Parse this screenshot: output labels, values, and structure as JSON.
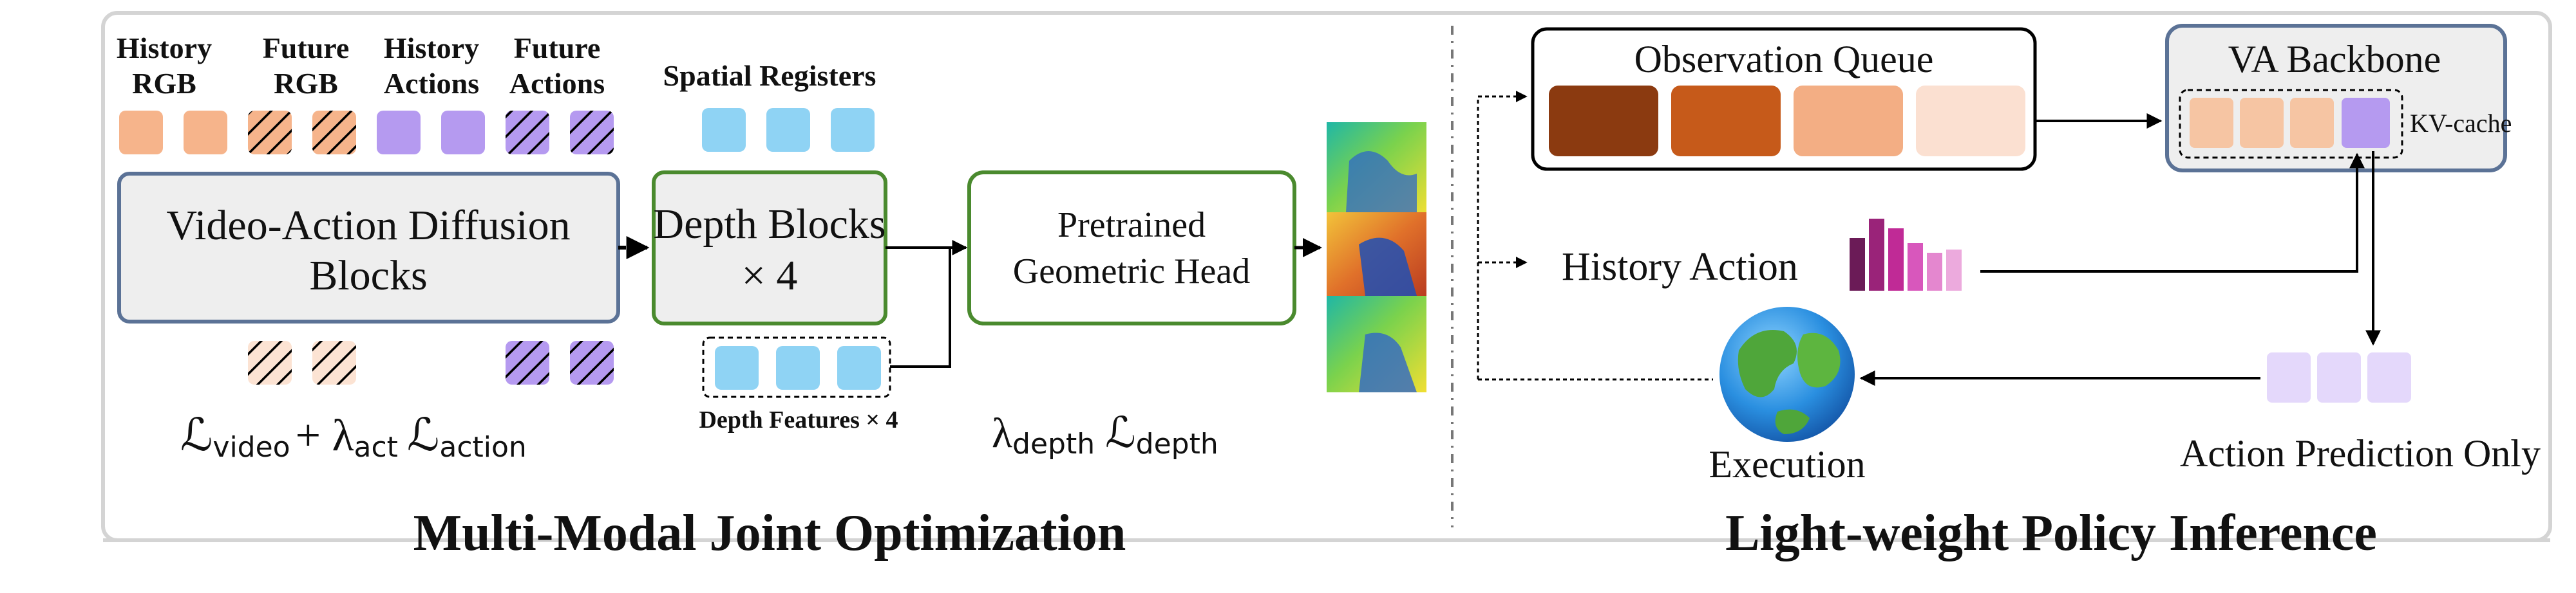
{
  "sections": {
    "left_title": "Multi-Modal Joint Optimization",
    "right_title": "Light-weight Policy Inference"
  },
  "left": {
    "labels": {
      "history_rgb": [
        "History",
        "RGB"
      ],
      "future_rgb": [
        "Future",
        "RGB"
      ],
      "history_actions": [
        "History",
        "Actions"
      ],
      "future_actions": [
        "Future",
        "Actions"
      ],
      "spatial_registers": "Spatial Registers",
      "depth_features": "Depth Features × 4"
    },
    "blocks": {
      "diffusion": [
        "Video-Action Diffusion",
        "Blocks"
      ],
      "depth": [
        "Depth Blocks",
        "× 4"
      ],
      "geometric": [
        "Pretrained",
        "Geometric Head"
      ]
    },
    "losses": {
      "video_action": {
        "L1": "ℒ",
        "sub1": "video",
        "plus": "+ λ",
        "sub2": "act",
        "L2": "ℒ",
        "sub3": "action"
      },
      "depth": {
        "lambda": "λ",
        "sub1": "depth",
        "L": "ℒ",
        "sub2": "depth"
      }
    }
  },
  "right": {
    "observation_queue": "Observation Queue",
    "va_backbone": "VA Backbone",
    "kv_cache": "KV-cache",
    "history_action": "History Action",
    "execution": "Execution",
    "action_prediction": "Action Prediction Only"
  },
  "colors": {
    "rgb_tile": "#f6b48b",
    "action_tile": "#b59af0",
    "spatial_tile": "#8fd3f4",
    "block_fill": "#eeeeee",
    "diffusion_border": "#5b7296",
    "depth_border": "#4a8a2e",
    "queue_1": "#8b3a10",
    "queue_2": "#c65a1a",
    "queue_3": "#f3ae84",
    "queue_4": "#fbe0d1",
    "prediction_tile": "#e4d8fb",
    "history_bars": [
      "#6b1b57",
      "#9a2379",
      "#c02a96",
      "#d857bc",
      "#e487cf",
      "#ecaadd"
    ]
  }
}
